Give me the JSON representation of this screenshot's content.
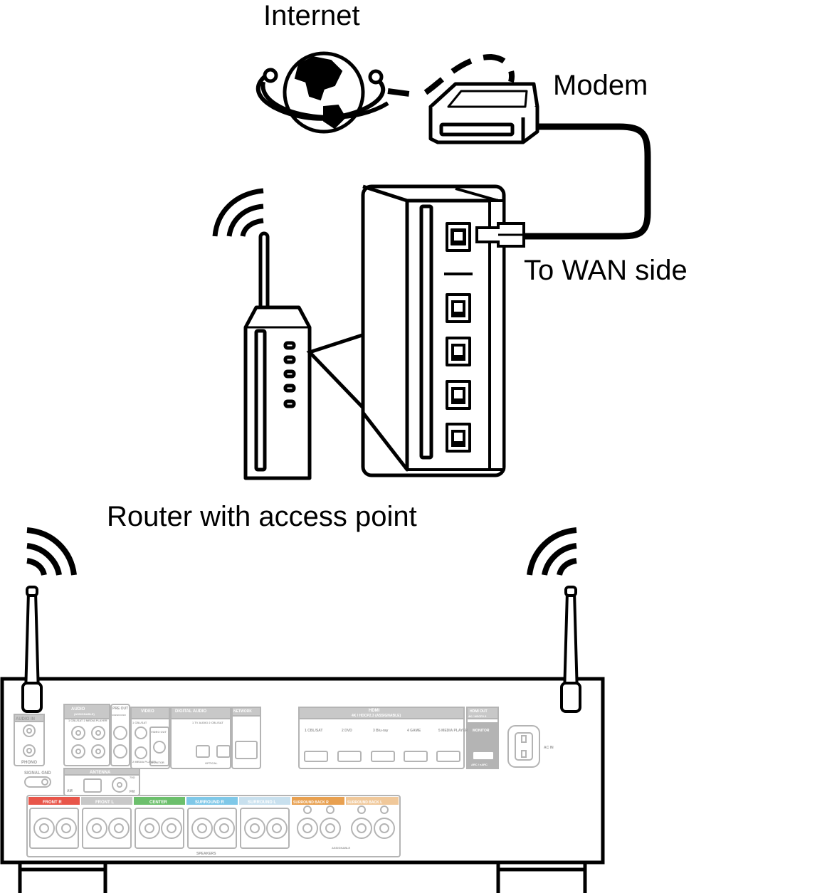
{
  "labels": {
    "internet": "Internet",
    "modem": "Modem",
    "wan": "To WAN side",
    "router": "Router with access point"
  },
  "receiver": {
    "audio_in": "AUDIO IN",
    "phono": "PHONO",
    "signal_gnd": "SIGNAL GND",
    "audio_group": "AUDIO",
    "assignable": "(ASSIGNABLE)",
    "cbl_sat_media": "1 CBL/SAT  2 MEDIA PLAYER",
    "pre_out": "PRE OUT",
    "subwoofer": "SUBWOOFER",
    "video": "VIDEO",
    "video_in_1": "1 CBL/SAT",
    "video_in_2": "2 MEDIA PLAYER",
    "video_out": "VIDEO OUT",
    "monitor": "MONITOR",
    "digital_audio": "DIGITAL AUDIO",
    "digital_inputs": "1 TV AUDIO   2 CBL/SAT",
    "optical": "OPTICAL",
    "network": "NETWORK",
    "antenna": "ANTENNA",
    "am": "AM",
    "fm": "FM",
    "ohm": "75Ω",
    "hdmi_title": "HDMI",
    "hdmi_sub": "4K / HDCP2.3 (ASSIGNABLE)",
    "hdmi_inputs": [
      "1 CBL/SAT",
      "2 DVD",
      "3 Blu-ray",
      "4 GAME",
      "5 MEDIA PLAYER"
    ],
    "hdmi_out_title": "HDMI OUT",
    "hdmi_out_sub": "4K / HDCP2.3",
    "hdmi_monitor": "MONITOR",
    "arc": "ARC / eARC",
    "ac_in": "AC IN",
    "speakers": "SPEAKERS",
    "speaker_groups": [
      "FRONT R",
      "FRONT L",
      "CENTER",
      "SURROUND R",
      "SURROUND L",
      "SURROUND BACK R",
      "SURROUND BACK L"
    ],
    "speaker_assignable": "ASSIGNABLE"
  },
  "colors": {
    "line": "#000000",
    "panel_gray": "#b4b4b4",
    "label_gray": "#c8c8c8",
    "front_r": "#e8564a",
    "center": "#6cbf6c",
    "surround": "#7fc8e8",
    "surround_back": "#e8a050"
  }
}
